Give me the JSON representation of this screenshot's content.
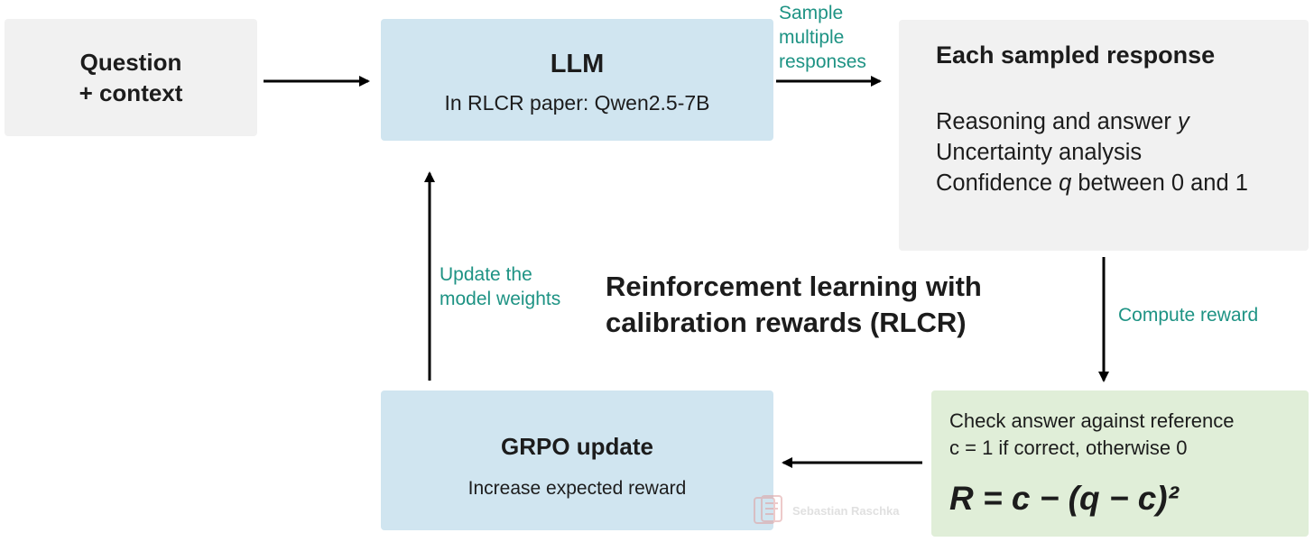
{
  "question_box": {
    "line1": "Question",
    "line2": "+ context"
  },
  "llm_box": {
    "title": "LLM",
    "subtitle": "In RLCR paper: Qwen2.5-7B"
  },
  "sample_label": {
    "line1": "Sample",
    "line2": "multiple",
    "line3": "responses"
  },
  "response_box": {
    "title": "Each sampled response",
    "line1_prefix": "Reasoning and answer ",
    "line1_var": "y",
    "line2": "Uncertainty analysis",
    "line3_prefix": "Confidence ",
    "line3_var": "q",
    "line3_suffix": " between 0 and 1"
  },
  "update_label": {
    "line1": "Update the",
    "line2": "model weights"
  },
  "center_title": {
    "line1": "Reinforcement learning with",
    "line2": "calibration rewards (RLCR)"
  },
  "compute_label": "Compute reward",
  "grpo_box": {
    "title": "GRPO update",
    "subtitle": "Increase expected reward"
  },
  "reward_box": {
    "line1": "Check answer against reference",
    "line2": "c = 1 if correct, otherwise 0",
    "formula": "R = c − (q − c)²"
  },
  "watermark": {
    "text": "Sebastian Raschka",
    "icon": "logo-icon"
  },
  "colors": {
    "grey_box": "#f1f1f1",
    "blue_box": "#d0e5f0",
    "green_box": "#e0eed8",
    "teal_text": "#1e9384",
    "arrow": "#000000"
  }
}
